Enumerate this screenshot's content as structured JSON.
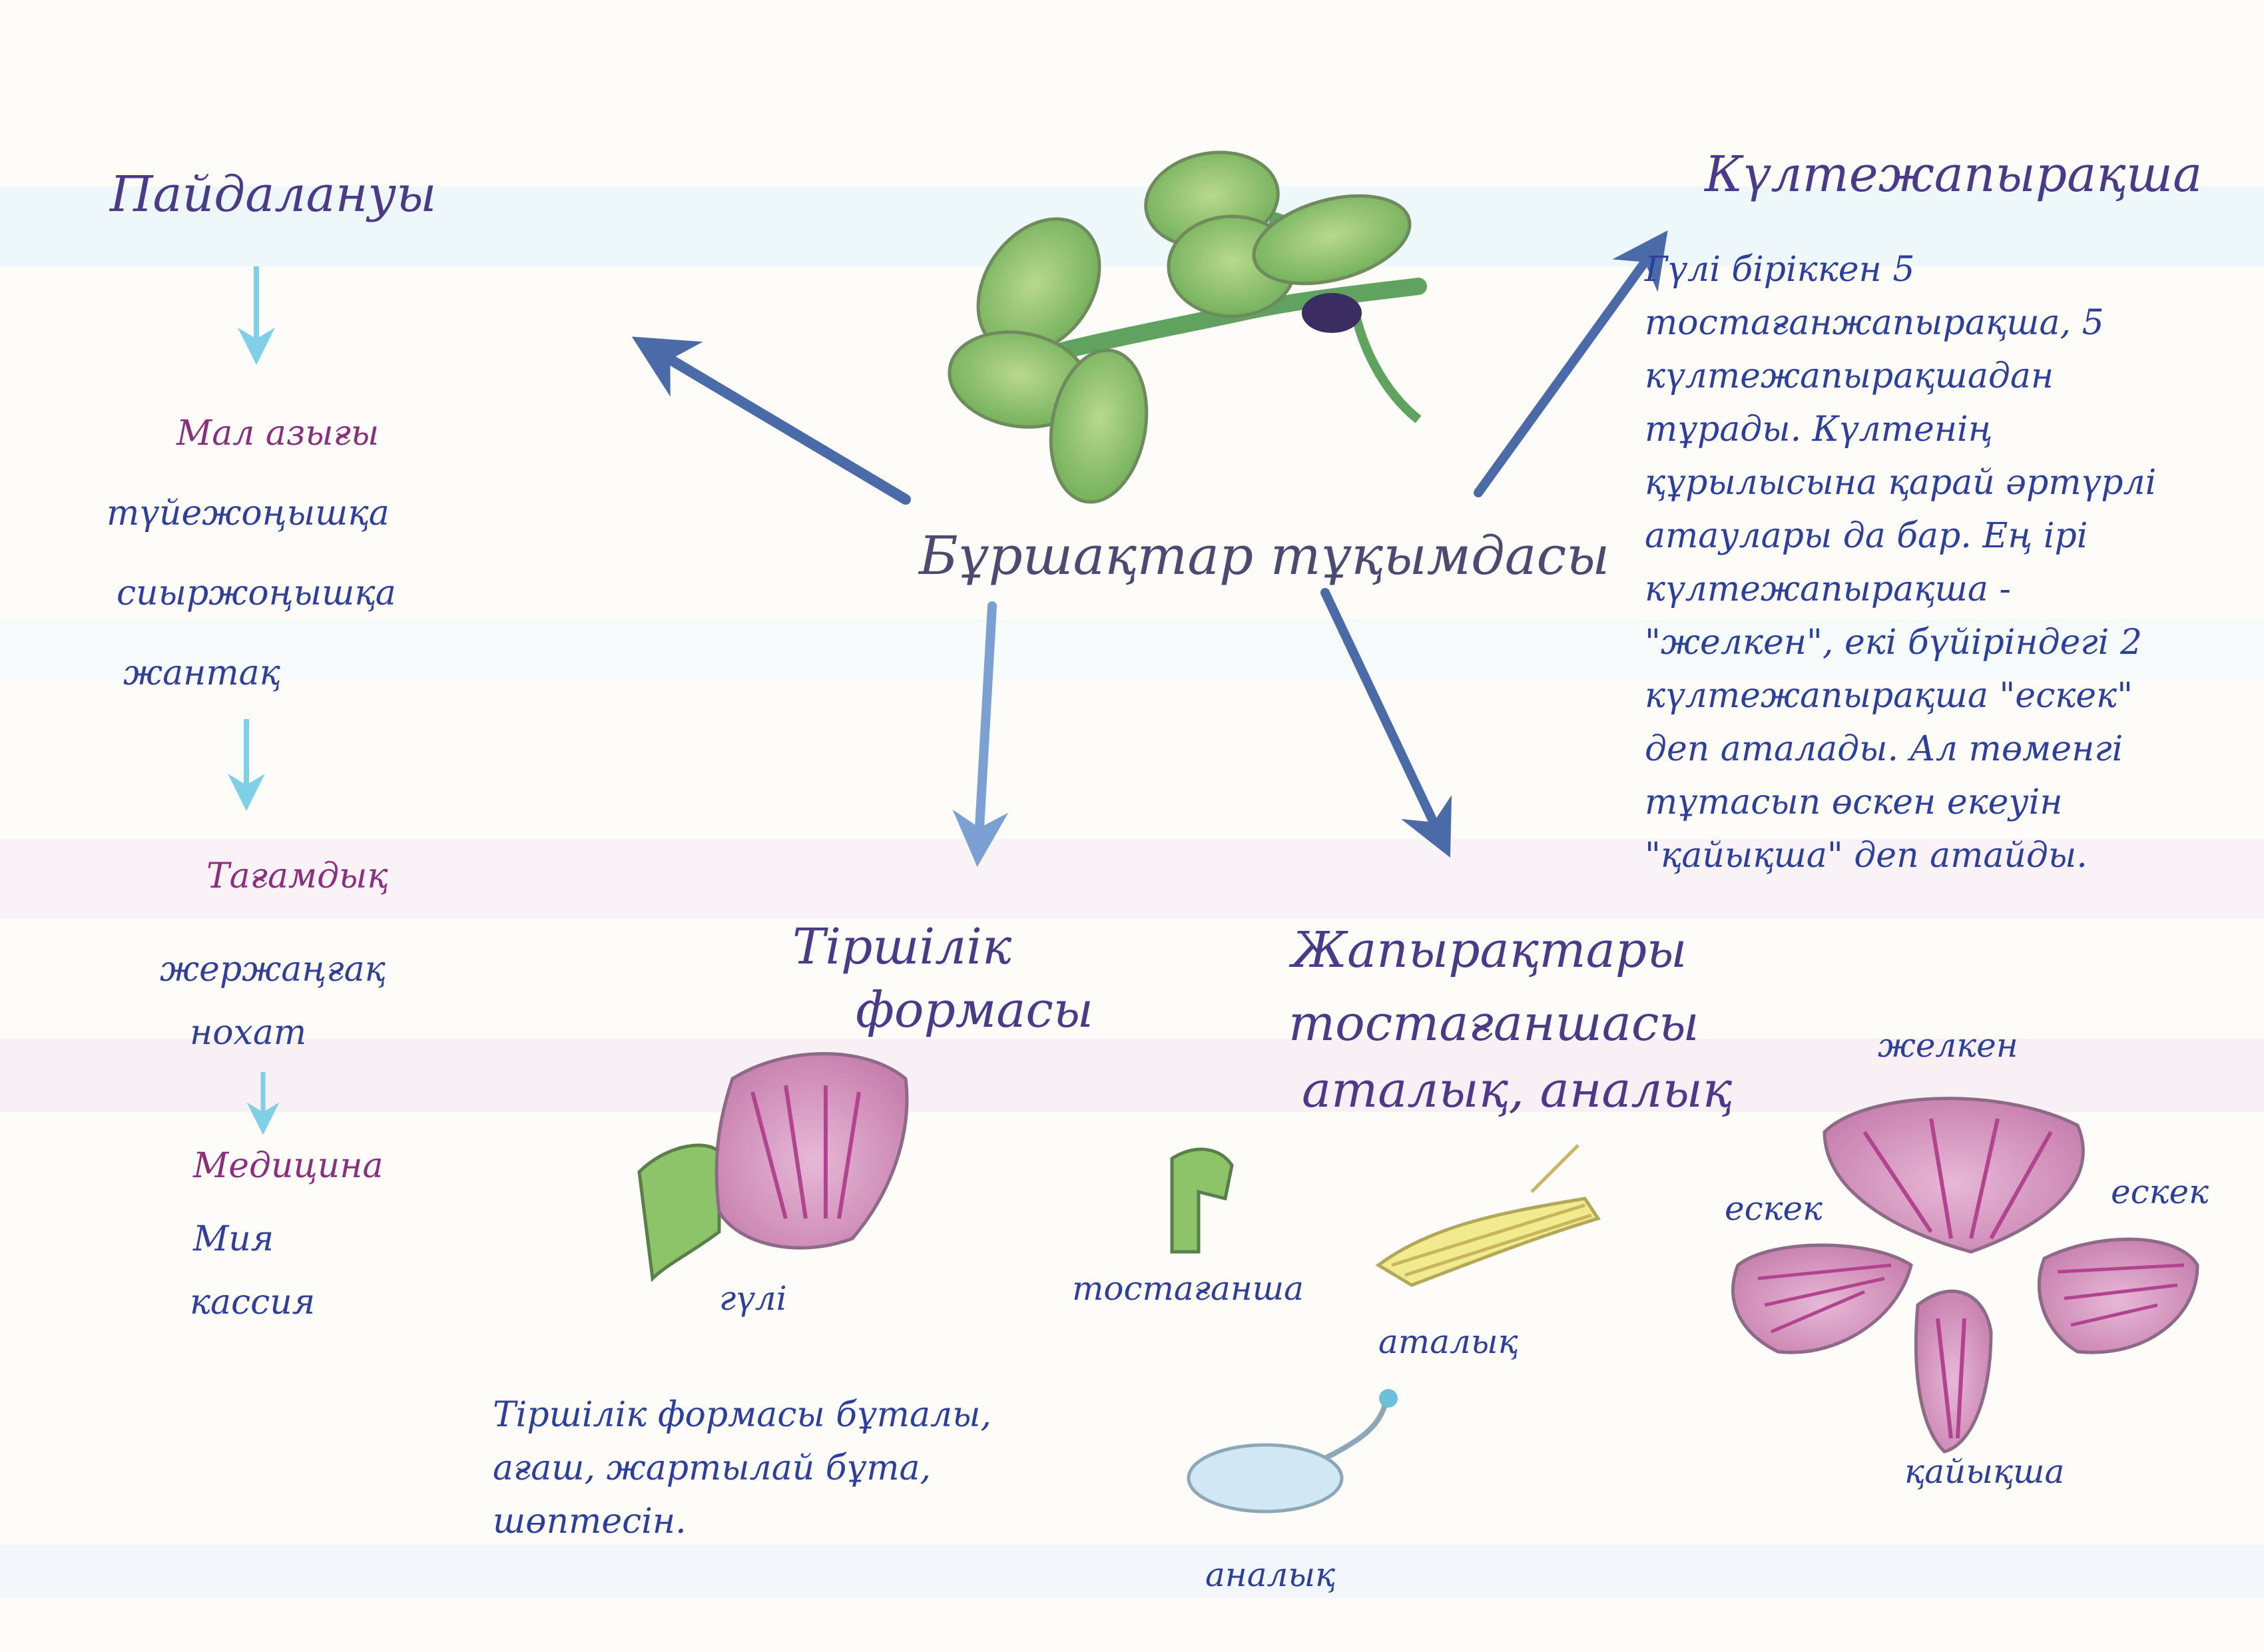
{
  "center": {
    "title": "Бұршақтар тұқымдасы"
  },
  "left": {
    "heading": "Пайдалануы",
    "groups": [
      {
        "title": "Мал азығы",
        "items": [
          "түйежоңышқа",
          "сиыржоңышқа",
          "жантақ"
        ]
      },
      {
        "title": "Тағамдық",
        "items": [
          "жержаңғақ",
          "нохат"
        ]
      },
      {
        "title": "Медицина",
        "items": [
          "Мия",
          "кассия"
        ]
      }
    ]
  },
  "right": {
    "heading": "Күлтежапырақша",
    "paragraph": "Гүлі біріккен 5 тостағанжапырақша, 5 күлтежапырақшадан тұрады. Күлтенің құрылысына қарай әртүрлі атаулары да бар. Ең ірі күлтежапырақша - \"желкен\", екі бүйіріндегі 2 күлтежапырақша \"ескек\" деп аталады. Ал төменгі тұтасып өскен екеуін \"қайықша\" деп атайды."
  },
  "bottom_center": {
    "heading_line1": "Тіршілік",
    "heading_line2": "формасы",
    "flower_label": "гүлі",
    "paragraph": "Тіршілік формасы бұталы, ағаш, жартылай бұта, шөптесін."
  },
  "bottom_right": {
    "heading_line1": "Жапырақтары",
    "heading_line2": "тостағаншасы",
    "heading_line3": "аталық, аналық",
    "labels": {
      "sepal": "тостағанша",
      "stamen": "аталық",
      "pistil": "аналық",
      "sail": "желкен",
      "oar_left": "ескек",
      "oar_right": "ескек",
      "keel": "қайықша"
    }
  }
}
